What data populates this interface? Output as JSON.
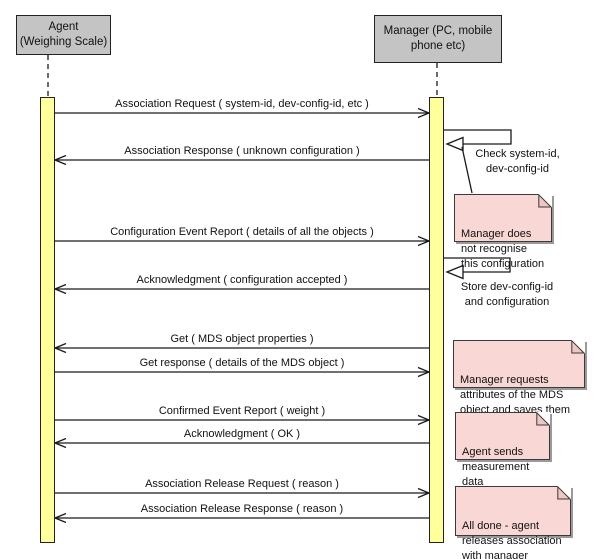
{
  "actors": [
    {
      "id": "agent",
      "label": "Agent\n(Weighing Scale)"
    },
    {
      "id": "manager",
      "label": "Manager (PC, mobile\nphone etc)"
    }
  ],
  "messages": [
    {
      "label": "Association Request ( system-id, dev-config-id, etc )",
      "from": "agent",
      "to": "manager",
      "direction": "right"
    },
    {
      "label": "Association Response ( unknown configuration )",
      "from": "manager",
      "to": "agent",
      "direction": "left"
    },
    {
      "label": "Configuration Event Report ( details of all the objects )",
      "from": "agent",
      "to": "manager",
      "direction": "right"
    },
    {
      "label": "Acknowledgment ( configuration accepted )",
      "from": "manager",
      "to": "agent",
      "direction": "left"
    },
    {
      "label": "Get ( MDS object properties )",
      "from": "manager",
      "to": "agent",
      "direction": "left"
    },
    {
      "label": "Get response ( details of the MDS object )",
      "from": "agent",
      "to": "manager",
      "direction": "right"
    },
    {
      "label": "Confirmed Event Report ( weight )",
      "from": "agent",
      "to": "manager",
      "direction": "right"
    },
    {
      "label": "Acknowledgment ( OK )",
      "from": "manager",
      "to": "agent",
      "direction": "left"
    },
    {
      "label": "Association Release Request ( reason )",
      "from": "agent",
      "to": "manager",
      "direction": "right"
    },
    {
      "label": "Association Release Response ( reason )",
      "from": "manager",
      "to": "agent",
      "direction": "left"
    }
  ],
  "self_messages": [
    {
      "actor": "manager",
      "label": "Check system-id,\ndev-config-id"
    },
    {
      "actor": "manager",
      "label": "Store dev-config-id\nand configuration"
    }
  ],
  "notes": [
    {
      "text": "Manager does\nnot recognise\nthis configuration"
    },
    {
      "text": "Manager requests\nattributes of the MDS\nobject and saves them"
    },
    {
      "text": "Agent sends\nmeasurement\ndata"
    },
    {
      "text": "All done - agent\nreleases association\nwith manager"
    }
  ],
  "colors": {
    "actor_fill": "#c4c4c4",
    "activation_fill": "#ffff9c",
    "note_fill": "#f8d7d4",
    "line": "#1a1a1a"
  }
}
